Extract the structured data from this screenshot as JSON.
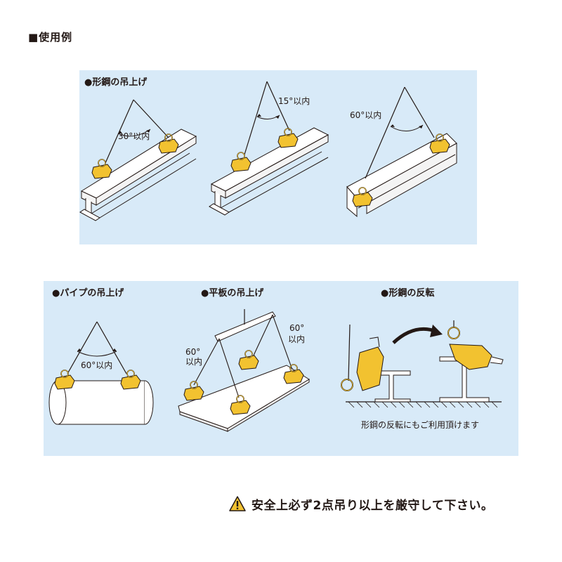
{
  "heading": "■使用例",
  "sections": {
    "shape_lift": {
      "title": "●形鋼の吊上げ",
      "angles": [
        "30°以内",
        "15°以内",
        "60°以内"
      ]
    },
    "pipe_lift": {
      "title": "●パイプの吊上げ",
      "angle": "60°以内"
    },
    "plate_lift": {
      "title": "●平板の吊上げ",
      "angle_left_1": "60°",
      "angle_left_2": "以内",
      "angle_right_1": "60°",
      "angle_right_2": "以内"
    },
    "shape_flip": {
      "title": "●形鋼の反転",
      "caption": "形鋼の反転にもご利用頂けます"
    }
  },
  "warning": {
    "icon": "warning-triangle-icon",
    "text": "安全上必ず2点吊り以上を厳守して下さい。"
  },
  "colors": {
    "panel": "#d8eaf8",
    "clamp": "#f2c230",
    "steel": "#ffffff",
    "line": "#231815"
  }
}
